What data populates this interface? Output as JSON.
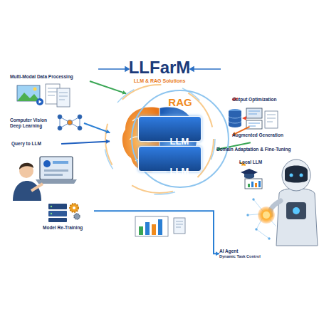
{
  "diagram": {
    "title": "LLFarM",
    "nodes": [
      {
        "text": [
          "RAG"
        ]
      },
      {
        "text": [
          "LLM"
        ],
        "in": 0
      },
      {
        "text": [
          "LLM"
        ],
        "in": 0
      },
      {
        "text": [
          "Multi-Modal Data Processing"
        ]
      },
      {
        "text": [
          "Computer Vision Deep Learning"
        ]
      },
      {
        "text": [
          "Query to LLM"
        ]
      },
      {
        "text": [
          "Model Re-Training"
        ]
      },
      {
        "text": [
          "Output Optimization"
        ]
      },
      {
        "text": [
          "Augmented Generation"
        ]
      },
      {
        "text": [
          "Domain Adaptation & Fine-Tuning"
        ]
      },
      {
        "text": [
          "Local LLM"
        ]
      },
      {
        "text": [
          "AI Agent",
          "Dynamic Task Control"
        ]
      }
    ],
    "edges": [
      {
        "from": 3,
        "to": 0,
        "arrow": "to"
      },
      {
        "from": 4,
        "to": 0,
        "arrow": "to"
      },
      {
        "from": 5,
        "to": 0,
        "arrow": "to"
      },
      {
        "from": 0,
        "to": 7,
        "arrow": "to"
      },
      {
        "from": 0,
        "to": 8,
        "arrow": "to"
      },
      {
        "from": 0,
        "to": 9,
        "arrow": "to"
      },
      {
        "from": 10,
        "to": 0,
        "arrow": "to"
      },
      {
        "from": 6,
        "to": 11,
        "arrow": "to"
      }
    ],
    "labels": [
      "LLM & RAG Solutions"
    ]
  }
}
